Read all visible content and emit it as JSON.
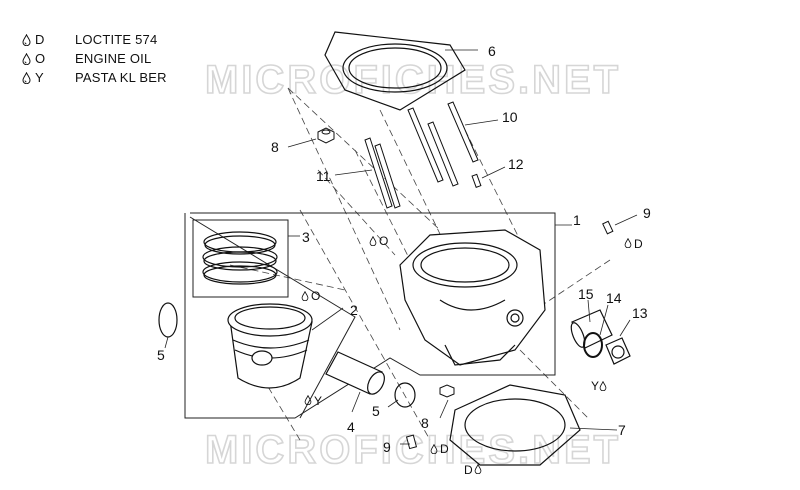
{
  "legend": [
    {
      "code": "D",
      "text": "LOCTITE 574",
      "icon": "droplet-icon"
    },
    {
      "code": "O",
      "text": "ENGINE OIL",
      "icon": "droplet-icon"
    },
    {
      "code": "Y",
      "text": "PASTA KL BER",
      "icon": "droplet-icon"
    }
  ],
  "watermark": "MICROFICHES.NET",
  "callouts": {
    "c1": "1",
    "c2": "2",
    "c3": "3",
    "c4": "4",
    "c5a": "5",
    "c5b": "5",
    "c6": "6",
    "c7": "7",
    "c8a": "8",
    "c8b": "8",
    "c9a": "9",
    "c9b": "9",
    "c10": "10",
    "c11": "11",
    "c12": "12",
    "c13": "13",
    "c14": "14",
    "c15": "15"
  },
  "codes": {
    "piston_oil": "O",
    "cylinder_oil": "O",
    "bolt_top_loctite": "D",
    "pin_paste": "Y",
    "bolt_bottom_loctite": "D",
    "gasket_loctite": "D",
    "plug_paste": "Y"
  }
}
